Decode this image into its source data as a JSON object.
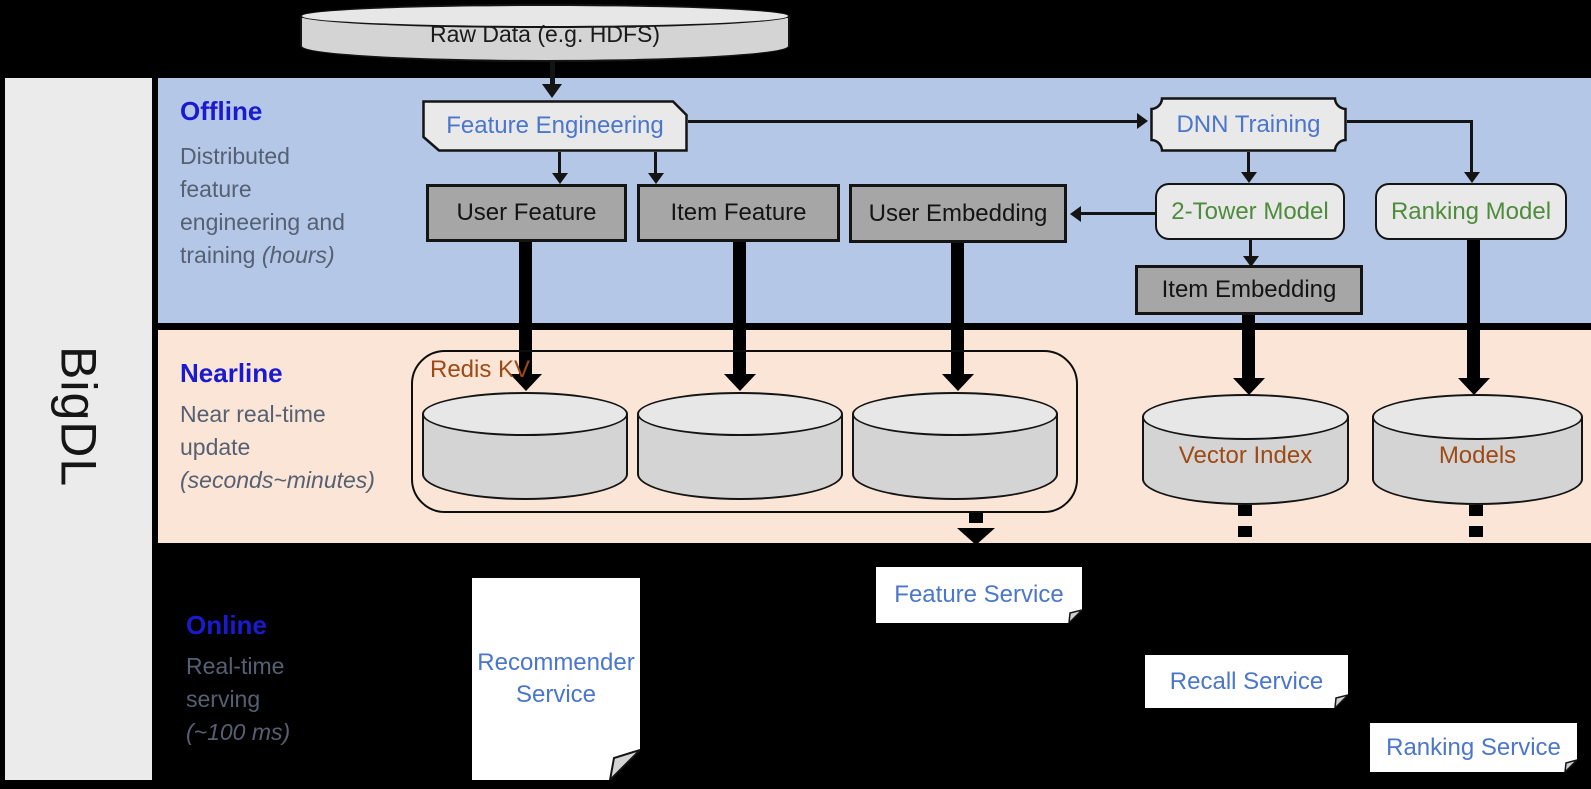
{
  "brand": {
    "name": "BigDL"
  },
  "source_db": {
    "label": "Raw Data (e.g. HDFS)"
  },
  "sections": {
    "offline": {
      "title": "Offline",
      "line1": "Distributed",
      "line2": "feature",
      "line3": "engineering and",
      "line4_normal": "training ",
      "line4_italic": "(hours)"
    },
    "nearline": {
      "title": "Nearline",
      "line1": "Near real-time",
      "line2": "update",
      "line3_italic": "(seconds~minutes)"
    },
    "online": {
      "title": "Online",
      "line1": "Real-time",
      "line2": "serving",
      "line3_italic": "(~100 ms)"
    }
  },
  "nodes": {
    "feature_engineering": "Feature Engineering",
    "dnn_training": "DNN Training",
    "user_feature": "User Feature",
    "item_feature": "Item Feature",
    "user_embedding": "User Embedding",
    "two_tower_model": "2-Tower Model",
    "ranking_model": "Ranking Model",
    "item_embedding": "Item Embedding"
  },
  "nearline_stores": {
    "redis_group": "Redis KV",
    "vector_index": "Vector Index",
    "models": "Models"
  },
  "services": {
    "recommender_line1": "Recommender",
    "recommender_line2": "Service",
    "feature": "Feature Service",
    "recall": "Recall Service",
    "ranking": "Ranking Service"
  },
  "colors": {
    "offline_band": "#b4c7e7",
    "nearline_band": "#fbe5d6",
    "online_band": "#000000",
    "section_title_blue": "#1a1ace",
    "section_desc_gray": "#556073",
    "node_text_blue": "#4a76cc",
    "model_text_green": "#4e8c3c",
    "store_text_brown": "#9e4a14",
    "gray_box_fill": "#a6a6a6",
    "light_box_fill": "#e9e9e9",
    "cylinder_fill": "#d4d4d4",
    "sidebar_fill": "#ebebeb"
  }
}
